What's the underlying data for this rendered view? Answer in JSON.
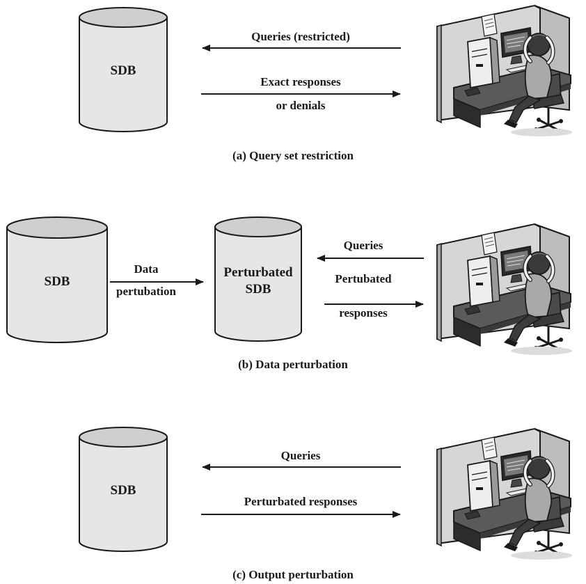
{
  "panels": {
    "a": {
      "caption": "(a) Query set restriction",
      "db_label": "SDB",
      "query_label": "Queries (restricted)",
      "response_label_line1": "Exact responses",
      "response_label_line2": "or denials"
    },
    "b": {
      "caption": "(b) Data perturbation",
      "db_label": "SDB",
      "perturb_label_line1": "Data",
      "perturb_label_line2": "pertubation",
      "perturbed_db_label_line1": "Perturbated",
      "perturbed_db_label_line2": "SDB",
      "query_label": "Queries",
      "response_label_line1": "Pertubated",
      "response_label_line2": "responses"
    },
    "c": {
      "caption": "(c) Output perturbation",
      "db_label": "SDB",
      "query_label": "Queries",
      "response_label": "Perturbated responses"
    }
  },
  "colors": {
    "cylinder_fill": "#e6e6e6",
    "cylinder_top": "#cfcfcf",
    "stroke": "#1a1a1a",
    "cubicle_wall": "#d9d9d9",
    "desk": "#3a3a3a"
  },
  "icons": {
    "user": "frustrated-user-at-computer-cubicle-icon"
  }
}
